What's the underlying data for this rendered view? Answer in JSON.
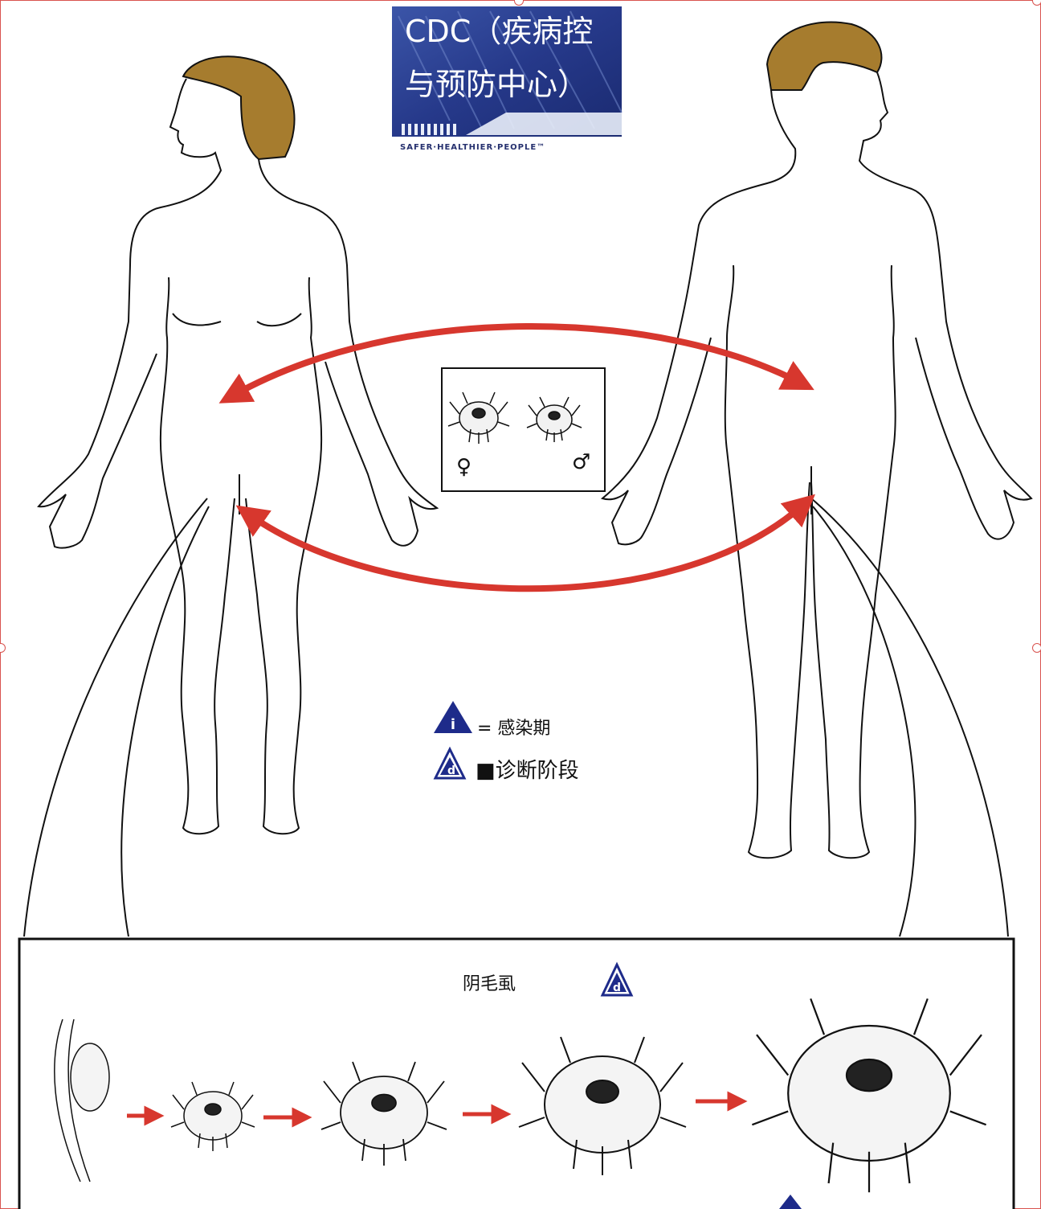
{
  "logo": {
    "line1": "CDC（疾病控",
    "line2": "与预防中心）",
    "tagline": "SAFER·HEALTHIER·PEOPLE™",
    "bg_color": "#2c3f8f"
  },
  "inset": {
    "female_symbol": "♀",
    "male_symbol": "♂"
  },
  "legend": {
    "infective": {
      "badge": "i",
      "text": "= 感染期"
    },
    "diagnostic": {
      "badge": "d",
      "text": "■诊断阶段"
    }
  },
  "lifecycle": {
    "title": "阴毛虱",
    "badge": "d"
  },
  "colors": {
    "arrow": "#d7372e",
    "badge": "#1e2b8a",
    "hair": "#a67c2e",
    "outline": "#111111"
  }
}
